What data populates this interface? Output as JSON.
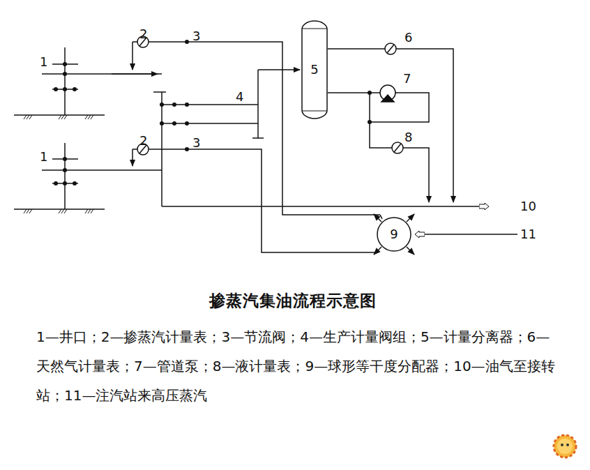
{
  "diagram": {
    "title": "掺蒸汽集油流程示意图",
    "caption": "1—井口；2—掺蒸汽计量表；3—节流阀；4—生产计量阀组；5—计量分离器；6—天然气计量表；7—管道泵；8—液计量表；9—球形等干度分配器；10—油气至接转站；11—注汽站来高压蒸汽",
    "nodes": [
      {
        "text": [
          "5"
        ]
      },
      {
        "text": [
          "9"
        ]
      }
    ],
    "labels": [
      "2",
      "3",
      "1",
      "4",
      "6",
      "7",
      "2",
      "3",
      "8",
      "1",
      "10",
      "11"
    ]
  }
}
